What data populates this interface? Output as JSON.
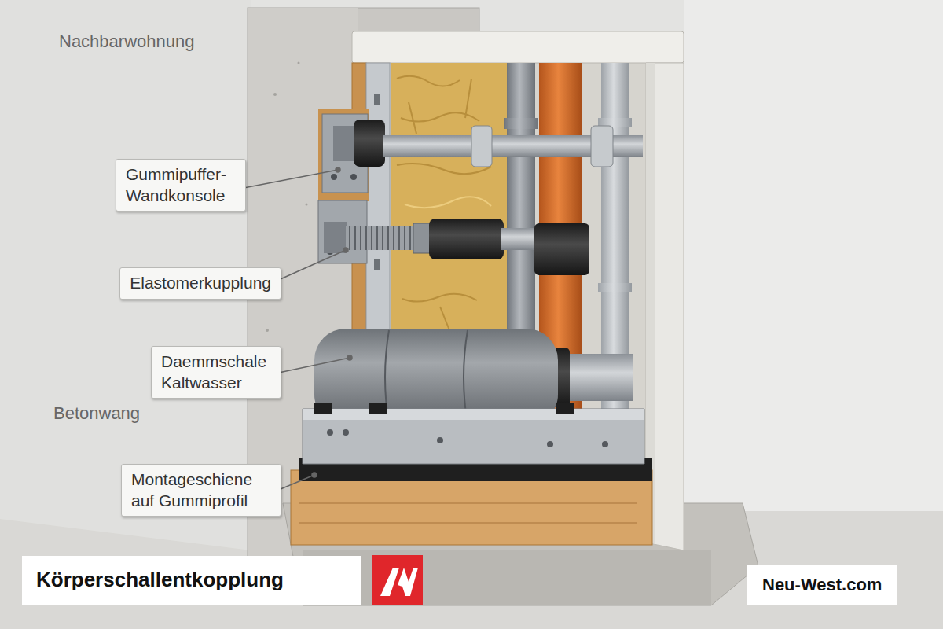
{
  "diagram": {
    "title": "Körperschallentkopplung",
    "nodes": [
      {
        "text": [
          "Gummipuffer- Wandkonsole"
        ]
      },
      {
        "text": [
          "Elastomerkupplung"
        ]
      },
      {
        "text": [
          "Daemmschale Kaltwasser"
        ]
      },
      {
        "text": [
          "Montageschiene auf Gummiprofil"
        ]
      }
    ],
    "labels": [
      "Nachbarwohnung",
      "Betonwang",
      "Neu-West.com"
    ]
  }
}
